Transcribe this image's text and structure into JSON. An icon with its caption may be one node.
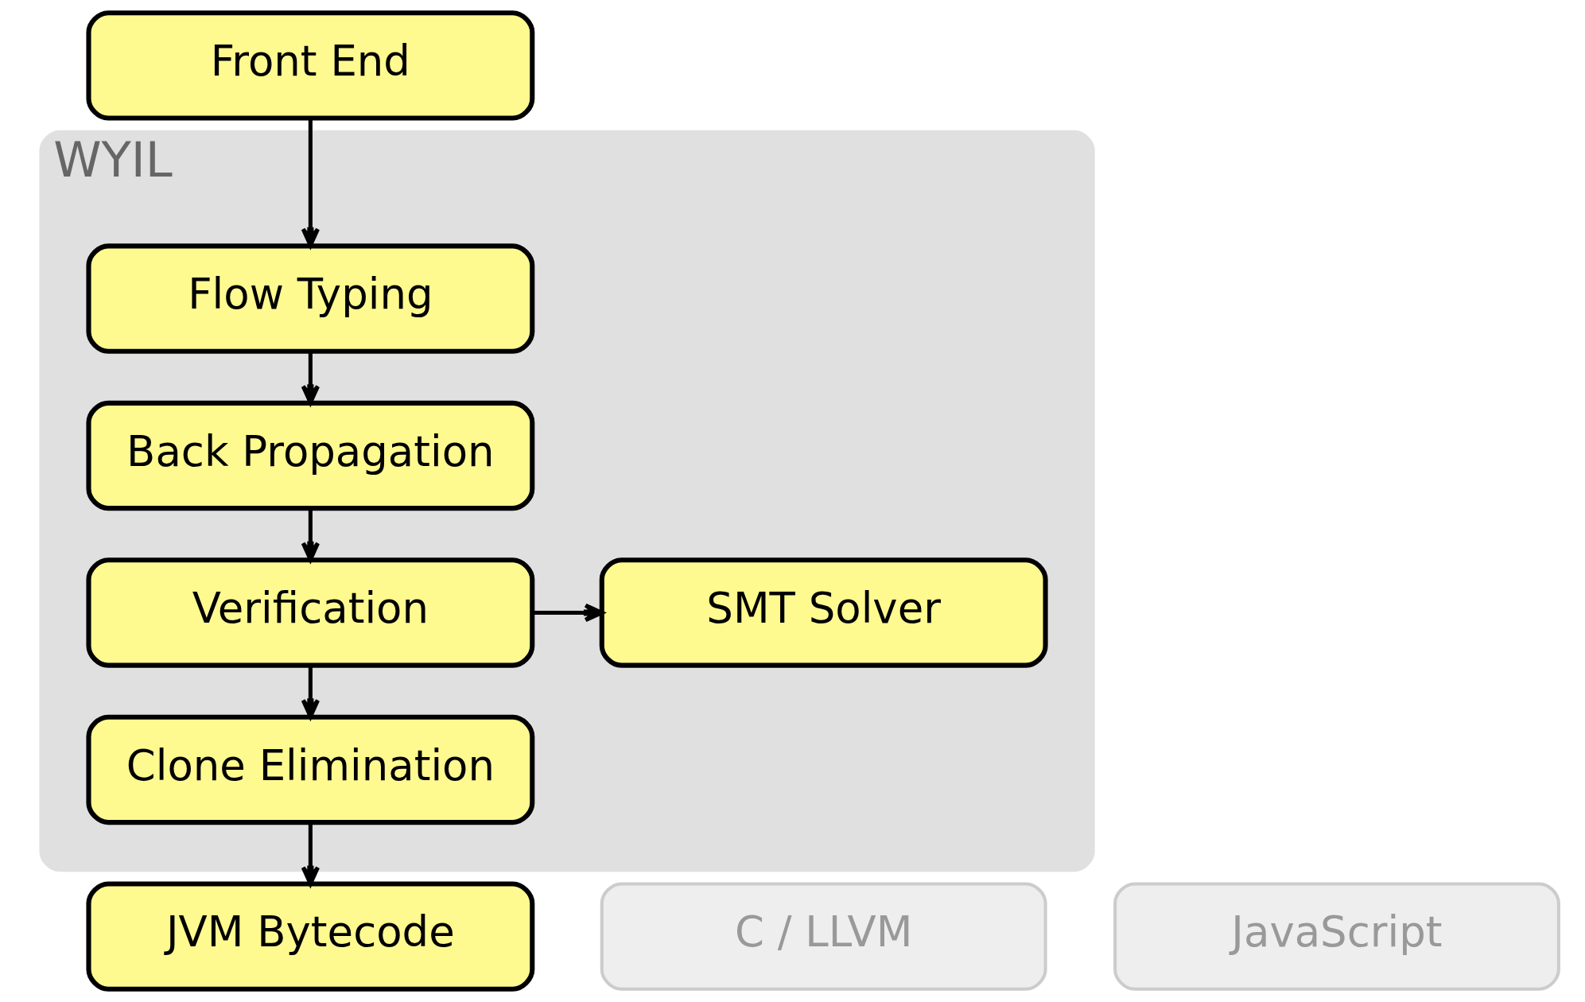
{
  "diagram": {
    "nodes": [
      {
        "text": [
          "Front End"
        ]
      },
      {
        "text": [
          "WYIL"
        ]
      },
      {
        "text": [
          "Flow Typing"
        ],
        "in": 1
      },
      {
        "text": [
          "Back Propagation"
        ],
        "in": 1
      },
      {
        "text": [
          "Verification"
        ],
        "in": 1
      },
      {
        "text": [
          "SMT Solver"
        ],
        "in": 1
      },
      {
        "text": [
          "Clone Elimination"
        ],
        "in": 1
      },
      {
        "text": [
          "C / LLVM"
        ]
      },
      {
        "text": [
          "JVM Bytecode"
        ]
      },
      {
        "text": [
          "JavaScript"
        ]
      }
    ],
    "edges": [
      {
        "from": 0,
        "to": 2,
        "arrow": "to"
      },
      {
        "from": 2,
        "to": 3,
        "arrow": "to"
      },
      {
        "from": 3,
        "to": 4,
        "arrow": "to"
      },
      {
        "from": 4,
        "to": 5,
        "arrow": "to"
      },
      {
        "from": 4,
        "to": 6,
        "arrow": "to"
      },
      {
        "from": 6,
        "to": 8,
        "arrow": "to"
      }
    ]
  }
}
